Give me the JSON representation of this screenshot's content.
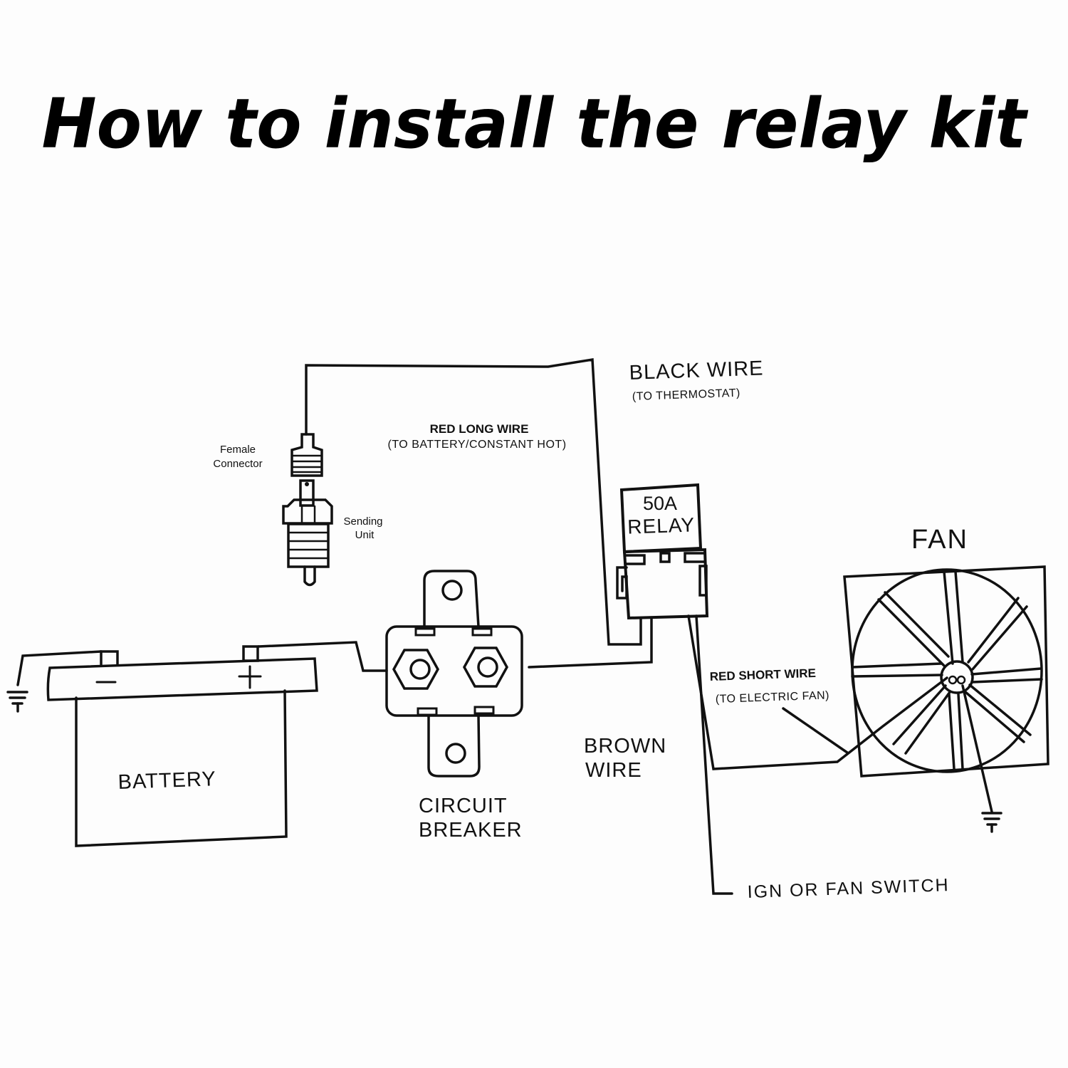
{
  "title": "How to install the relay kit",
  "labels": {
    "black_wire": "BLACK WIRE",
    "black_wire_note": "(TO THERMOSTAT)",
    "red_long_wire": "RED LONG WIRE",
    "red_long_wire_note": "(TO BATTERY/CONSTANT HOT)",
    "female_connector_1": "Female",
    "female_connector_2": "Connector",
    "sending_unit_1": "Sending",
    "sending_unit_2": "Unit",
    "relay_1": "50A",
    "relay_2": "RELAY",
    "fan": "FAN",
    "red_short_wire": "RED SHORT WIRE",
    "red_short_wire_note": "(TO ELECTRIC FAN)",
    "brown_wire_1": "BROWN",
    "brown_wire_2": "WIRE",
    "battery": "BATTERY",
    "battery_neg": "−",
    "battery_pos": "+",
    "circuit_breaker_1": "CIRCUIT",
    "circuit_breaker_2": "BREAKER",
    "ign_switch": "IGN OR FAN SWITCH"
  }
}
